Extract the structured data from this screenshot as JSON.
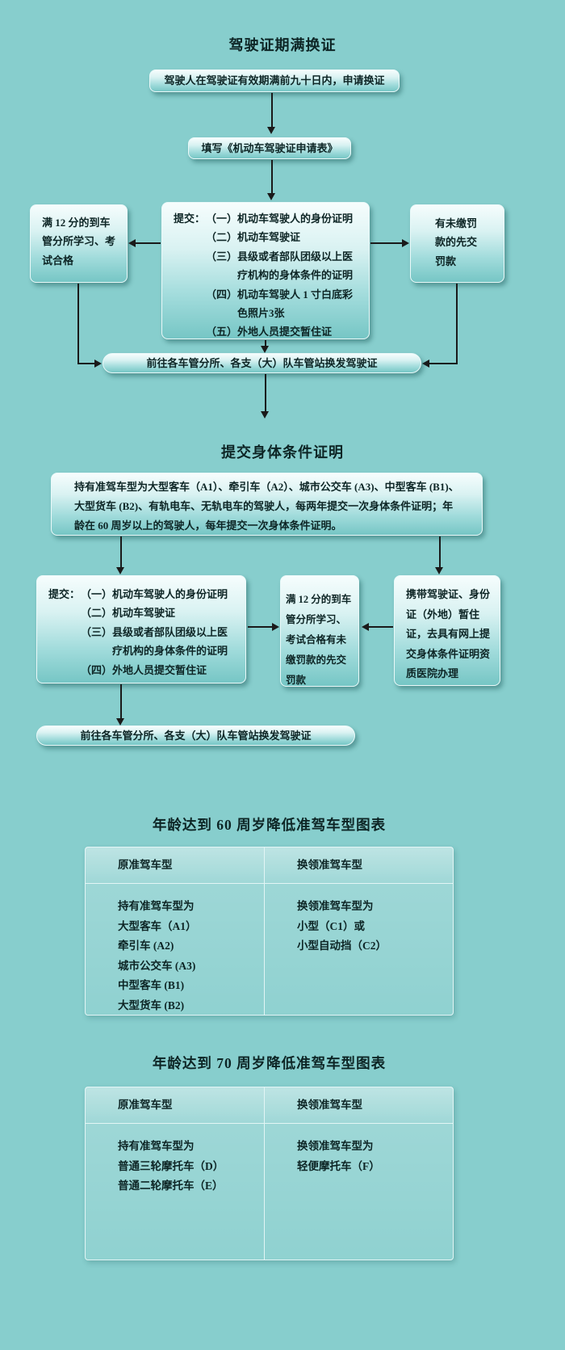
{
  "colors": {
    "background": "#87CECD",
    "text": "#0D2525",
    "arrow": "#1A1A1A",
    "box_gradient_top": "#F6FDFD",
    "box_gradient_bottom": "#76C6C5"
  },
  "titles": {
    "flow1": "驾驶证期满换证",
    "flow2": "提交身体条件证明",
    "table60": "年龄达到 60 周岁降低准驾车型图表",
    "table70": "年龄达到 70 周岁降低准驾车型图表"
  },
  "flow1": {
    "apply": "驾驶人在驾驶证有效期满前九十日内，申请换证",
    "fill_form": "填写《机动车驾驶证申请表》",
    "submit_prefix": "提交：",
    "submit_items": [
      "（一）机动车驾驶人的身份证明",
      "（二）机动车驾驶证",
      "（三）县级或者部队团级以上医疗机构的身体条件的证明",
      "（四）机动车驾驶人 1 寸白底彩色照片3张",
      "（五）外地人员提交暂住证"
    ],
    "left_box": "满 12 分的到车管分所学习、考试合格",
    "right_box": "有未缴罚款的先交罚款",
    "renew": "前往各车管分所、各支（大）队车管站换发驾驶证"
  },
  "flow2": {
    "intro": "持有准驾车型为大型客车（A1）、牵引车（A2）、城市公交车 (A3)、中型客车 (B1)、大型货车 (B2)、有轨电车、无轨电车的驾驶人，每两年提交一次身体条件证明；年龄在 60 周岁以上的驾驶人，每年提交一次身体条件证明。",
    "submit_prefix": "提交：",
    "submit_items": [
      "（一）机动车驾驶人的身份证明",
      "（二）机动车驾驶证",
      "（三）县级或者部队团级以上医疗机构的身体条件的证明",
      "（四）外地人员提交暂住证"
    ],
    "middle_box": "满 12 分的到车管分所学习、考试合格有未缴罚款的先交罚款",
    "right_box": "携带驾驶证、身份证（外地）暂住证，去具有网上提交身体条件证明资质医院办理",
    "renew": "前往各车管分所、各支（大）队车管站换发驾驶证"
  },
  "table60": {
    "headers": [
      "原准驾车型",
      "换领准驾车型"
    ],
    "left_lines": [
      "持有准驾车型为",
      "大型客车（A1）",
      "牵引车 (A2)",
      "城市公交车 (A3)",
      "中型客车 (B1)",
      "大型货车 (B2)"
    ],
    "right_lines": [
      "换领准驾车型为",
      "小型（C1）或",
      "小型自动挡（C2）"
    ]
  },
  "table70": {
    "headers": [
      "原准驾车型",
      "换领准驾车型"
    ],
    "left_lines": [
      "持有准驾车型为",
      "普通三轮摩托车（D）",
      "普通二轮摩托车（E）"
    ],
    "right_lines": [
      "换领准驾车型为",
      "轻便摩托车（F）"
    ]
  }
}
